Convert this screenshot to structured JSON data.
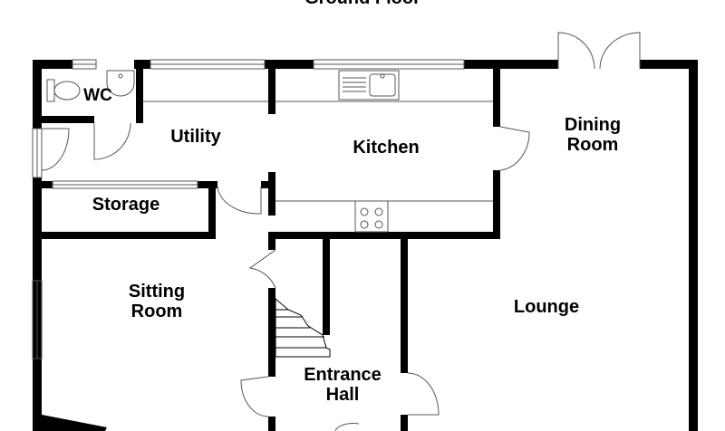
{
  "plan": {
    "title": "Ground Floor",
    "rooms": {
      "wc": {
        "name": "WC"
      },
      "utility": {
        "name": "Utility"
      },
      "kitchen": {
        "name": "Kitchen"
      },
      "dining": {
        "line1": "Dining",
        "line2": "Room"
      },
      "storage": {
        "name": "Storage"
      },
      "sitting": {
        "line1": "Sitting",
        "line2": "Room"
      },
      "lounge": {
        "name": "Lounge"
      },
      "hall": {
        "line1": "Entrance",
        "line2": "Hall"
      }
    }
  },
  "colors": {
    "wall": "#000000",
    "fixture": "#555555",
    "background": "#ffffff"
  }
}
